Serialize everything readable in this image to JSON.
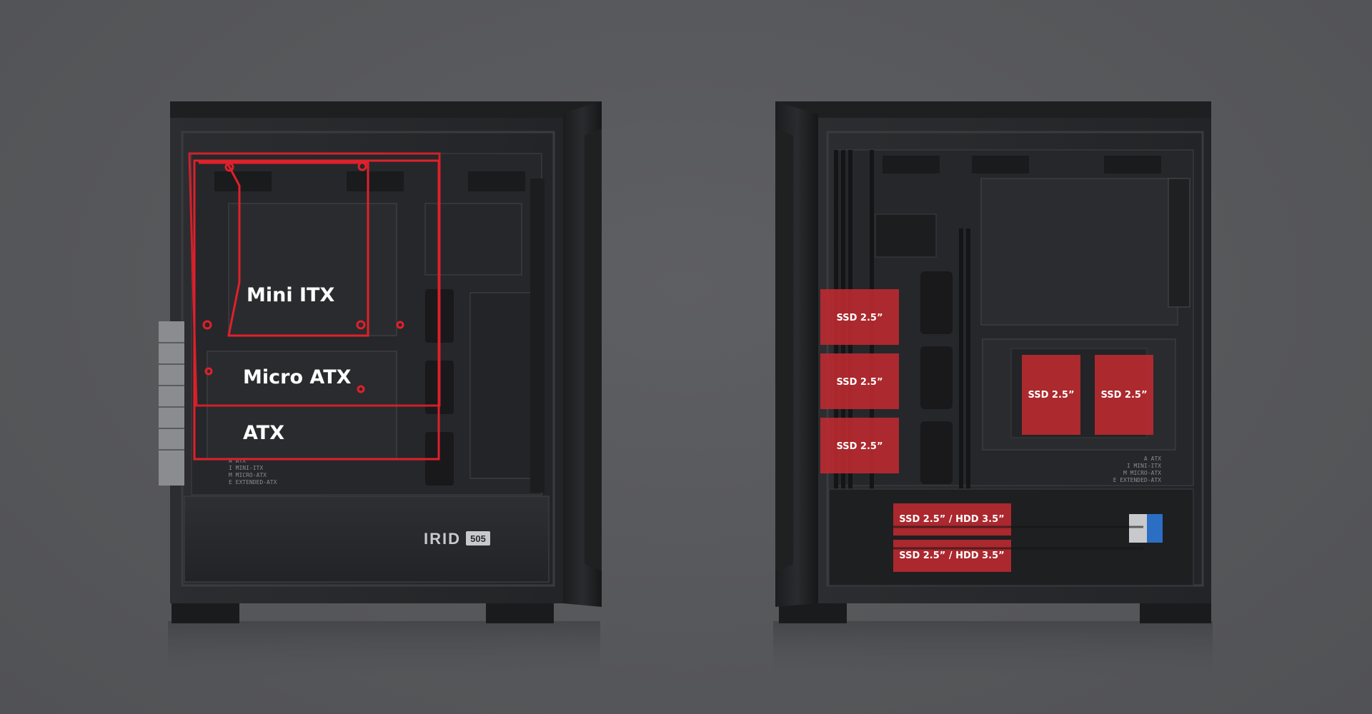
{
  "left_case": {
    "brand_name": "IRID",
    "model_badge": "505",
    "form_factors": [
      {
        "key": "mini-itx",
        "label": "Mini ITX"
      },
      {
        "key": "micro-atx",
        "label": "Micro ATX"
      },
      {
        "key": "atx",
        "label": "ATX"
      }
    ],
    "standoff_legend": [
      "A ATX",
      "I MINI-ITX",
      "M MICRO-ATX",
      "E EXTENDED-ATX"
    ],
    "highlight_color": "#e0202b"
  },
  "right_case": {
    "drive_bays": [
      {
        "key": "ssd-left-1",
        "label": "SSD 2.5”"
      },
      {
        "key": "ssd-left-2",
        "label": "SSD 2.5”"
      },
      {
        "key": "ssd-left-3",
        "label": "SSD 2.5”"
      },
      {
        "key": "ssd-center-1",
        "label": "SSD 2.5”"
      },
      {
        "key": "ssd-center-2",
        "label": "SSD 2.5”"
      },
      {
        "key": "hdd-bottom-1",
        "label": "SSD 2.5” / HDD 3.5”"
      },
      {
        "key": "hdd-bottom-2",
        "label": "SSD 2.5” / HDD 3.5”"
      }
    ],
    "mirrored_legend": [
      "A ATX",
      "I MINI-ITX",
      "M MICRO-ATX",
      "E EXTENDED-ATX"
    ],
    "bay_color": "#c42a30"
  }
}
